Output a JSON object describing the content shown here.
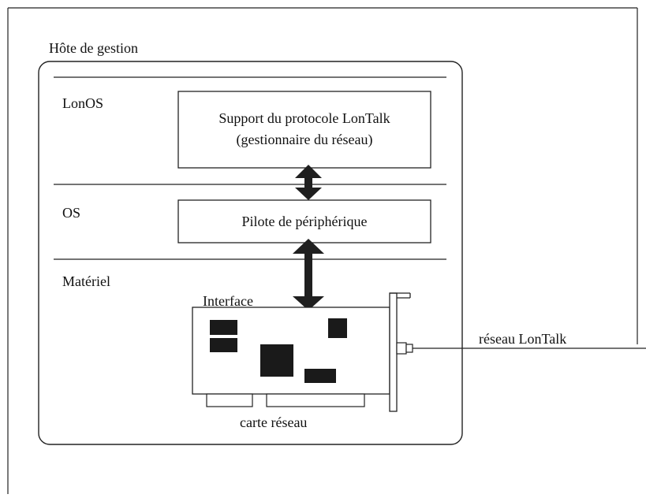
{
  "host": {
    "title": "Hôte de gestion"
  },
  "layers": {
    "lonos": "LonOS",
    "os": "OS",
    "hardware": "Matériel"
  },
  "boxes": {
    "protocol_line1": "Support du protocole LonTalk",
    "protocol_line2": "(gestionnaire du réseau)",
    "driver": "Pilote de périphérique"
  },
  "card": {
    "interface_label": "Interface",
    "card_label": "carte réseau"
  },
  "network": {
    "label": "réseau LonTalk"
  }
}
